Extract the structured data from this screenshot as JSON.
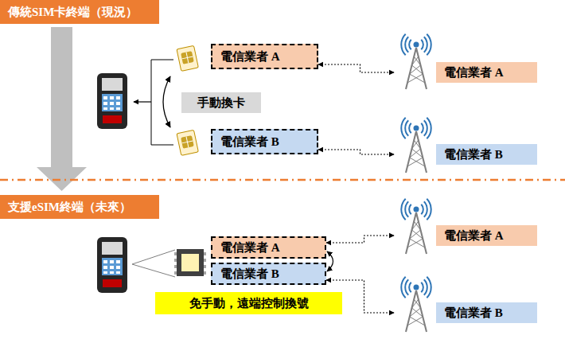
{
  "diagram": {
    "nodes": [
      {
        "text": [
          "傳統SIM卡終端（現況）"
        ]
      },
      {
        "text": [
          "電信業者 A"
        ]
      },
      {
        "text": [
          "電信業者 B"
        ]
      },
      {
        "text": [
          "手動換卡"
        ]
      },
      {
        "text": [
          "電信業者 A"
        ]
      },
      {
        "text": [
          "電信業者 B"
        ]
      },
      {
        "text": [
          "支援eSIM終端（未來）"
        ]
      },
      {
        "text": [
          "電信業者 A"
        ]
      },
      {
        "text": [
          "電信業者 B"
        ]
      },
      {
        "text": [
          "免手動，遠端控制換號"
        ]
      },
      {
        "text": [
          "電信業者 A"
        ]
      },
      {
        "text": [
          "電信業者 B"
        ]
      }
    ],
    "edges": [
      {
        "from": 1,
        "to": 4,
        "arrow": "both"
      },
      {
        "from": 2,
        "to": 5,
        "arrow": "both"
      },
      {
        "from": 7,
        "to": 10,
        "arrow": "both"
      },
      {
        "from": 8,
        "to": 11,
        "arrow": "both"
      }
    ]
  }
}
